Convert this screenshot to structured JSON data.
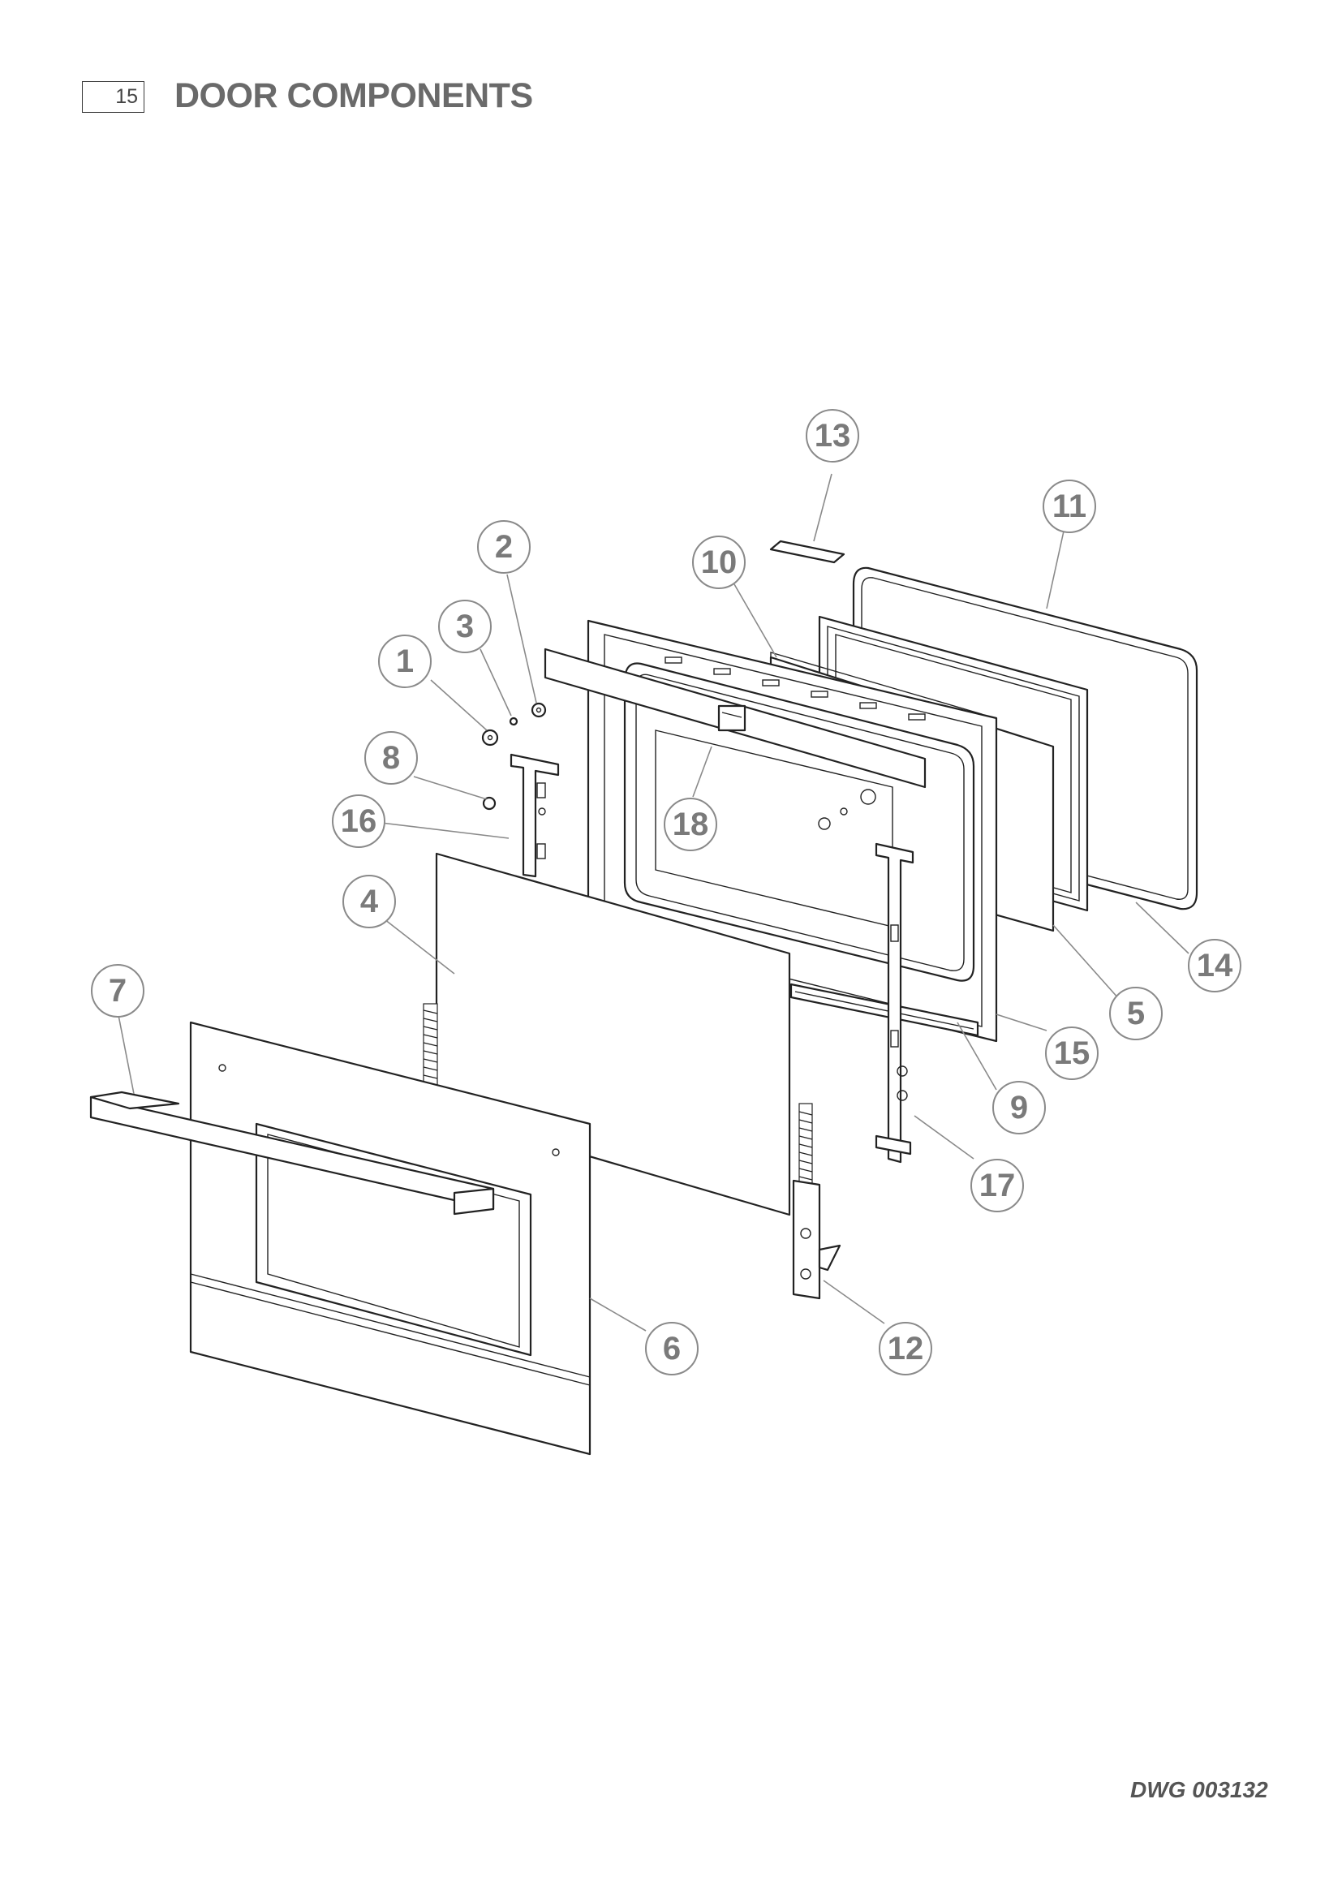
{
  "header": {
    "page_number": "15",
    "title": "DOOR COMPONENTS"
  },
  "footer": {
    "drawing_number": "DWG 003132"
  },
  "callouts": [
    {
      "id": "1",
      "label": "1"
    },
    {
      "id": "2",
      "label": "2"
    },
    {
      "id": "3",
      "label": "3"
    },
    {
      "id": "4",
      "label": "4"
    },
    {
      "id": "5",
      "label": "5"
    },
    {
      "id": "6",
      "label": "6"
    },
    {
      "id": "7",
      "label": "7"
    },
    {
      "id": "8",
      "label": "8"
    },
    {
      "id": "9",
      "label": "9"
    },
    {
      "id": "10",
      "label": "10"
    },
    {
      "id": "11",
      "label": "11"
    },
    {
      "id": "12",
      "label": "12"
    },
    {
      "id": "13",
      "label": "13"
    },
    {
      "id": "14",
      "label": "14"
    },
    {
      "id": "15",
      "label": "15"
    },
    {
      "id": "16",
      "label": "16"
    },
    {
      "id": "17",
      "label": "17"
    },
    {
      "id": "18",
      "label": "18"
    }
  ],
  "colors": {
    "callout": "#7a7a7a",
    "line": "#222222",
    "title": "#6a6a6a"
  }
}
